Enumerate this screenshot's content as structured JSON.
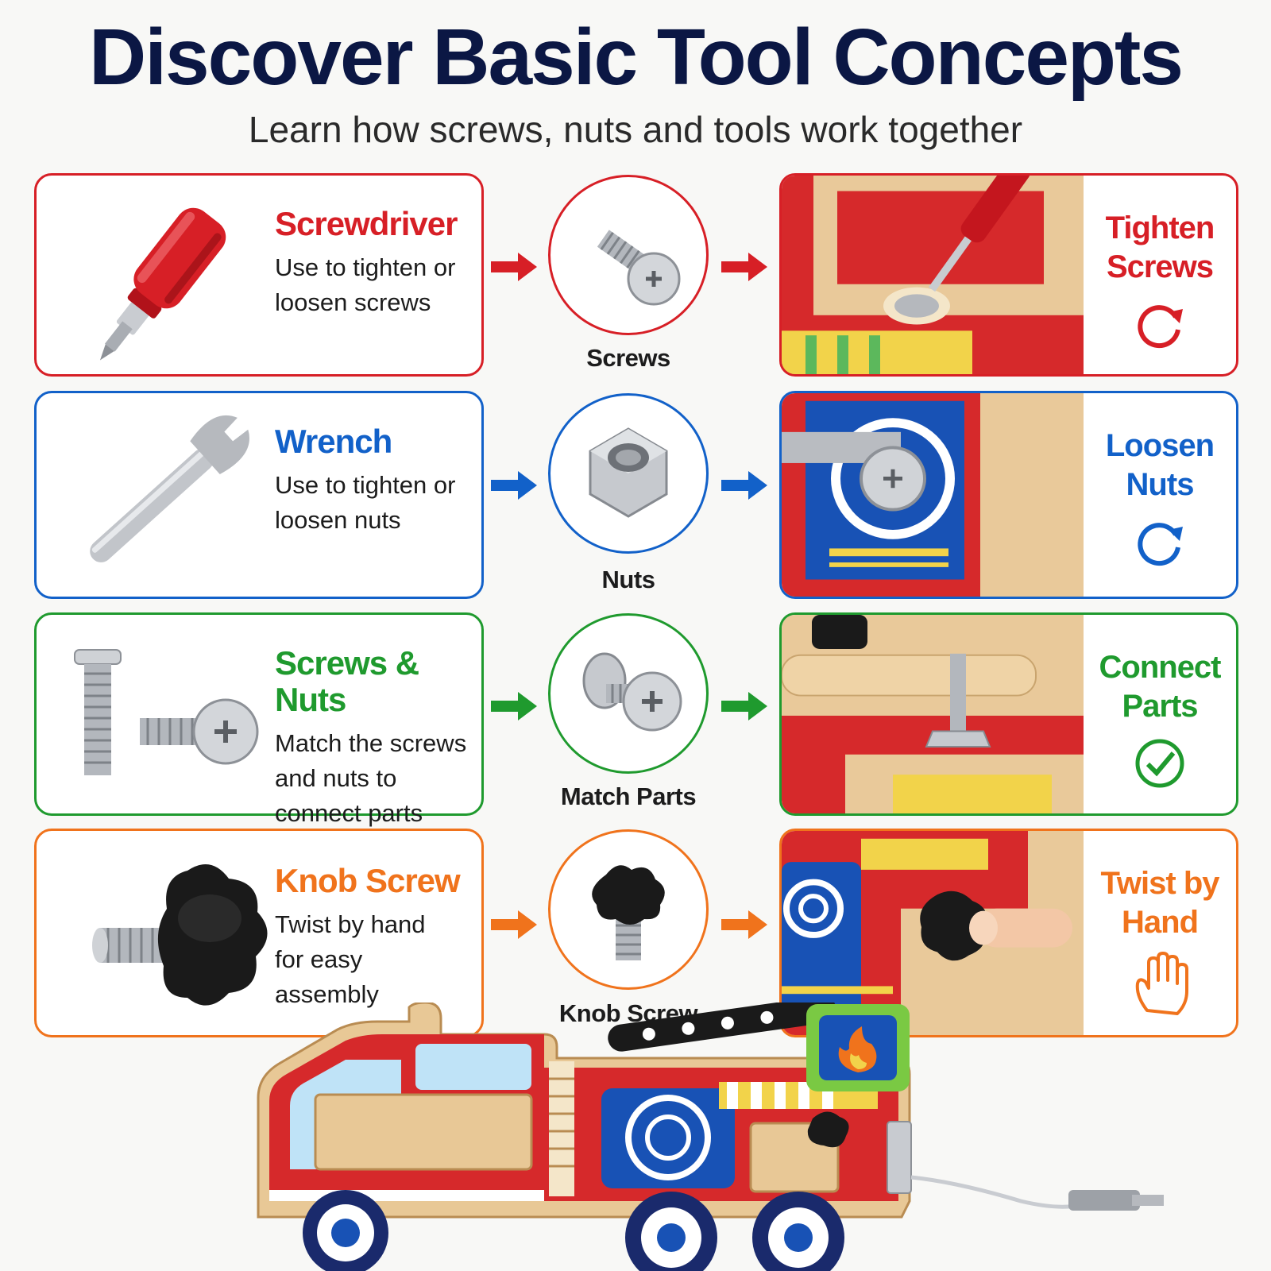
{
  "header": {
    "title": "Discover Basic Tool Concepts",
    "subtitle": "Learn how screws, nuts and tools work together"
  },
  "rows": [
    {
      "tool_name": "Screwdriver",
      "tool_desc": "Use to tighten or loosen screws",
      "part_label": "Screws",
      "action_label": "Tighten Screws",
      "color": "#d71f26",
      "tool_icon": "screwdriver-icon",
      "part_icon": "screw-icon",
      "action_icon": "rotate-icon"
    },
    {
      "tool_name": "Wrench",
      "tool_desc": "Use to tighten or loosen nuts",
      "part_label": "Nuts",
      "action_label": "Loosen Nuts",
      "color": "#1261c9",
      "tool_icon": "wrench-icon",
      "part_icon": "nut-icon",
      "action_icon": "rotate-icon"
    },
    {
      "tool_name": "Screws & Nuts",
      "tool_desc": "Match the screws and nuts to connect parts",
      "part_label": "Match Parts",
      "action_label": "Connect Parts",
      "color": "#1f9a2e",
      "tool_icon": "screws-icon",
      "part_icon": "screw-nut-icon",
      "action_icon": "check-icon"
    },
    {
      "tool_name": "Knob Screw",
      "tool_desc": "Twist by hand for easy assembly",
      "part_label": "Knob Screw",
      "action_label": "Twist by Hand",
      "color": "#f0731c",
      "tool_icon": "knob-screw-icon",
      "part_icon": "knob-screw-icon",
      "action_icon": "hand-icon"
    }
  ]
}
